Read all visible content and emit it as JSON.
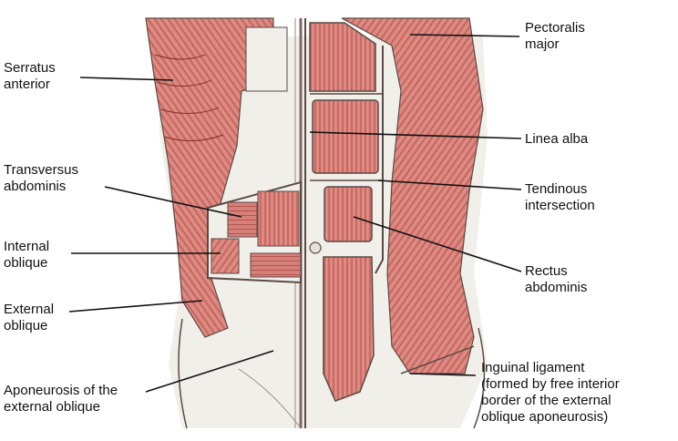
{
  "labels": {
    "serratus_anterior": [
      "Serratus",
      "anterior"
    ],
    "transversus_abdominis": [
      "Transversus",
      "abdominis"
    ],
    "internal_oblique": [
      "Internal",
      "oblique"
    ],
    "external_oblique": [
      "External",
      "oblique"
    ],
    "aponeurosis": [
      "Aponeurosis of the",
      "external oblique"
    ],
    "pectoralis_major": [
      "Pectoralis",
      "major"
    ],
    "linea_alba": [
      "Linea alba"
    ],
    "tendinous_intersection": [
      "Tendinous",
      "intersection"
    ],
    "rectus_abdominis": [
      "Rectus",
      "abdominis"
    ],
    "inguinal_ligament": [
      "Inguinal ligament",
      "(formed by free interior",
      "border of the external",
      "oblique aponeurosis)"
    ]
  },
  "colors": {
    "muscle": "#d9827a",
    "muscle_dark": "#b9524b",
    "aponeurosis": "#f1efe9",
    "outline": "#5a4a45",
    "leader": "#111111"
  }
}
